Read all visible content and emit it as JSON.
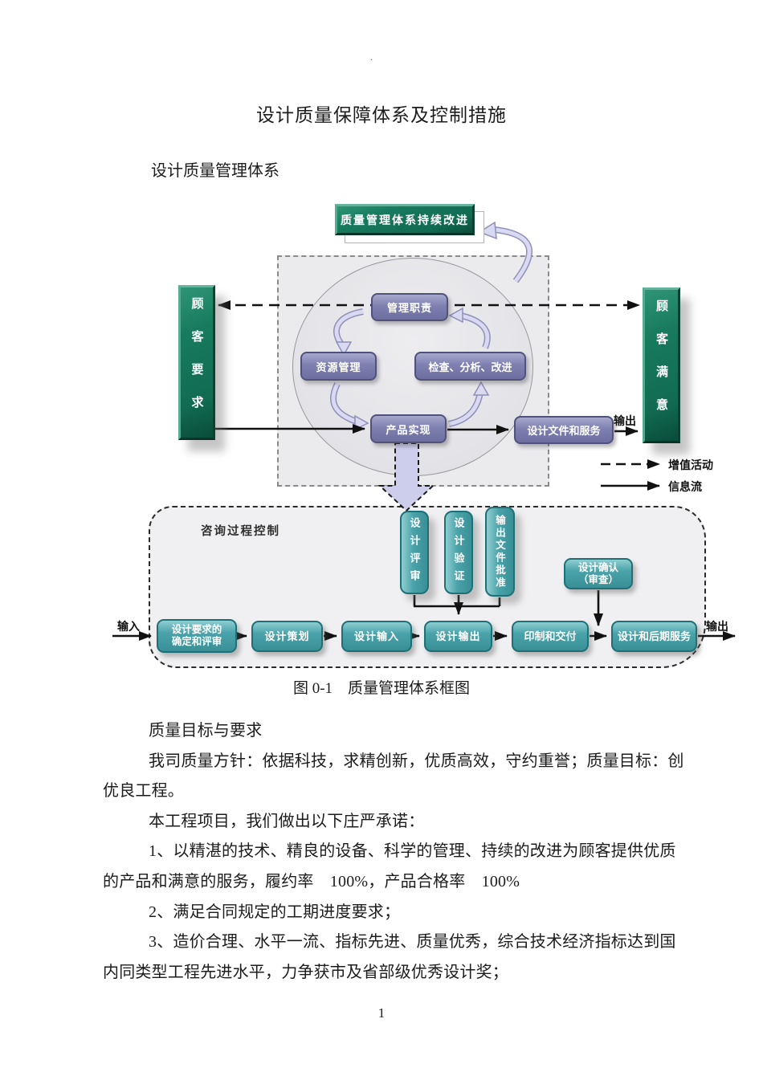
{
  "page": {
    "stray_dot": ".",
    "title": "设计质量保障体系及控制措施",
    "section_heading": "设计质量管理体系",
    "figure_caption": "图 0-1　质量管理体系框图",
    "page_number": "1"
  },
  "diagram": {
    "banner": "质量管理体系持续改进",
    "customer_requirements": "顾客要求",
    "customer_satisfaction": "顾客满意",
    "management_duty": "管理职责",
    "resource_management": "资源管理",
    "check_analyze_improve": "检查、分析、改进",
    "product_realization": "产品实现",
    "design_docs_services": "设计文件和服务",
    "output_top": "输出",
    "legend": {
      "dashed": "增值活动",
      "solid": "信息流"
    },
    "process_control": "咨询过程控制",
    "design_review": "设计评审",
    "design_verification": "设计验证",
    "output_doc_approval": "输出文件批准",
    "design_confirm": {
      "line1": "设计确认",
      "line2": "（审查）"
    },
    "input_label": "输入",
    "output_label": "输出",
    "flow": [
      {
        "line1": "设计要求的",
        "line2": "确定和评审"
      },
      {
        "line1": "设计策划"
      },
      {
        "line1": "设计输入"
      },
      {
        "line1": "设计输出"
      },
      {
        "line1": "印制和交付"
      },
      {
        "line1": "设计和后期服务"
      }
    ]
  },
  "body": {
    "paragraphs": [
      "质量目标与要求",
      "我司质量方针：依据科技，求精创新，优质高效，守约重誉；质量目标：创优良工程。",
      "本工程项目，我们做出以下庄严承诺：",
      "1、以精湛的技术、精良的设备、科学的管理、持续的改进为顾客提供优质的产品和满意的服务，履约率　100%，产品合格率　100%",
      "2、满足合同规定的工期进度要求；",
      "3、造价合理、水平一流、指标先进、质量优秀，综合技术经济指标达到国内同类型工程先进水平，力争获市及省部级优秀设计奖；"
    ]
  },
  "colors": {
    "green_dark": "#177a5e",
    "purple": "#7e80b0",
    "teal": "#4aa3aa",
    "lavender": "#d9d9f2"
  }
}
